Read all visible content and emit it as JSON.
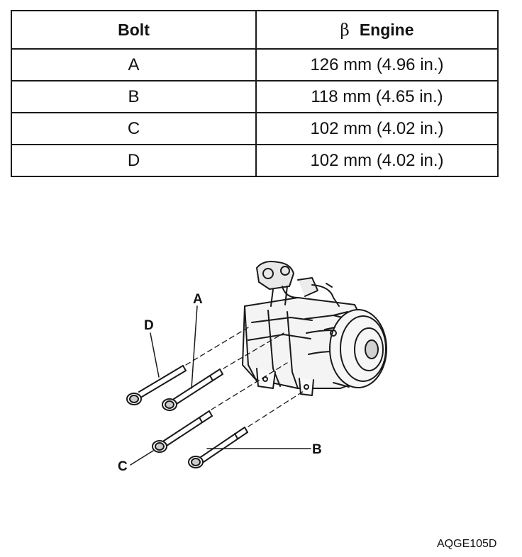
{
  "table": {
    "header": {
      "bolt": "Bolt",
      "engine_symbol": "β",
      "engine": "Engine"
    },
    "rows": [
      {
        "bolt": "A",
        "length": "126 mm (4.96 in.)"
      },
      {
        "bolt": "B",
        "length": "118 mm (4.65 in.)"
      },
      {
        "bolt": "C",
        "length": "102 mm (4.02 in.)"
      },
      {
        "bolt": "D",
        "length": "102 mm (4.02 in.)"
      }
    ]
  },
  "figure": {
    "labels": {
      "a": "A",
      "b": "B",
      "c": "C",
      "d": "D"
    },
    "code": "AQGE105D"
  }
}
